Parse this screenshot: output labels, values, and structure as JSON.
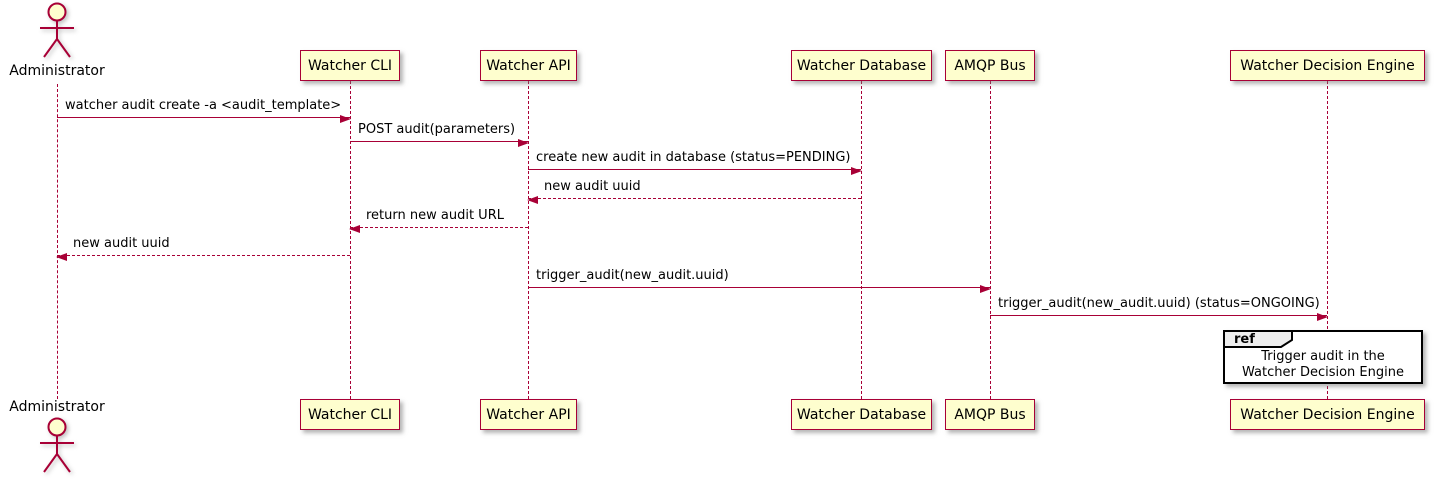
{
  "diagram": {
    "type": "plantuml-sequence",
    "actor": {
      "name": "Administrator"
    },
    "participants": [
      {
        "name": "Watcher CLI"
      },
      {
        "name": "Watcher API"
      },
      {
        "name": "Watcher Database"
      },
      {
        "name": "AMQP Bus"
      },
      {
        "name": "Watcher Decision Engine"
      }
    ],
    "messages": [
      {
        "from": "Administrator",
        "to": "Watcher CLI",
        "label": "watcher audit create -a <audit_template>",
        "line": "solid",
        "direction": "right"
      },
      {
        "from": "Watcher CLI",
        "to": "Watcher API",
        "label": "POST audit(parameters)",
        "line": "solid",
        "direction": "right"
      },
      {
        "from": "Watcher API",
        "to": "Watcher Database",
        "label": "create new audit in database (status=PENDING)",
        "line": "solid",
        "direction": "right"
      },
      {
        "from": "Watcher Database",
        "to": "Watcher API",
        "label": "new audit uuid",
        "line": "dashed",
        "direction": "left"
      },
      {
        "from": "Watcher API",
        "to": "Watcher CLI",
        "label": "return new audit URL",
        "line": "dashed",
        "direction": "left"
      },
      {
        "from": "Watcher CLI",
        "to": "Administrator",
        "label": "new audit uuid",
        "line": "dashed",
        "direction": "left"
      },
      {
        "from": "Watcher API",
        "to": "AMQP Bus",
        "label": "trigger_audit(new_audit.uuid)",
        "line": "solid",
        "direction": "right"
      },
      {
        "from": "AMQP Bus",
        "to": "Watcher Decision Engine",
        "label": "trigger_audit(new_audit.uuid) (status=ONGOING)",
        "line": "solid",
        "direction": "right"
      }
    ],
    "ref": {
      "keyword": "ref",
      "over": "Watcher Decision Engine",
      "lines": [
        "Trigger audit in the",
        "Watcher Decision Engine"
      ]
    },
    "colors": {
      "participant_fill": "#FEFECE",
      "stroke": "#A80036",
      "text": "#000000",
      "background": "#FFFFFF",
      "ref_border": "#000000",
      "ref_header_fill": "#EEEEEE",
      "shadow": "#888888"
    }
  }
}
